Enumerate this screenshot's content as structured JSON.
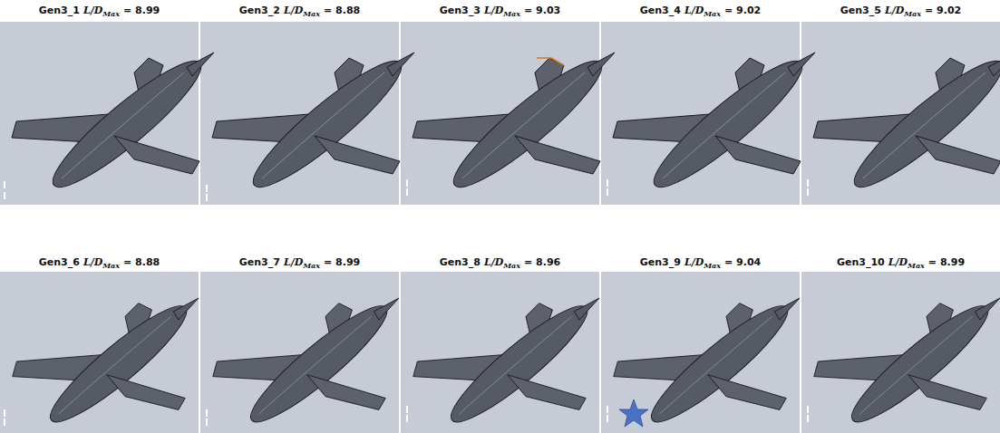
{
  "diagram": {
    "labels": [
      "Gen3_1",
      "L/D",
      "Max",
      "= 8.99",
      "Gen3_2",
      "L/D",
      "Max",
      "= 8.88",
      "Gen3_3",
      "L/D",
      "Max",
      "= 9.03",
      "Gen3_4",
      "L/D",
      "Max",
      "= 9.02",
      "Gen3_5",
      "L/D",
      "Max",
      "= 9.02",
      "Gen3_6",
      "L/D",
      "Max",
      "= 8.88",
      "Gen3_7",
      "L/D",
      "Max",
      "= 8.99",
      "Gen3_8",
      "L/D",
      "Max",
      "= 8.96",
      "Gen3_9",
      "L/D",
      "Max",
      "= 9.04",
      "Gen3_10",
      "L/D",
      "Max",
      "= 8.99"
    ]
  }
}
